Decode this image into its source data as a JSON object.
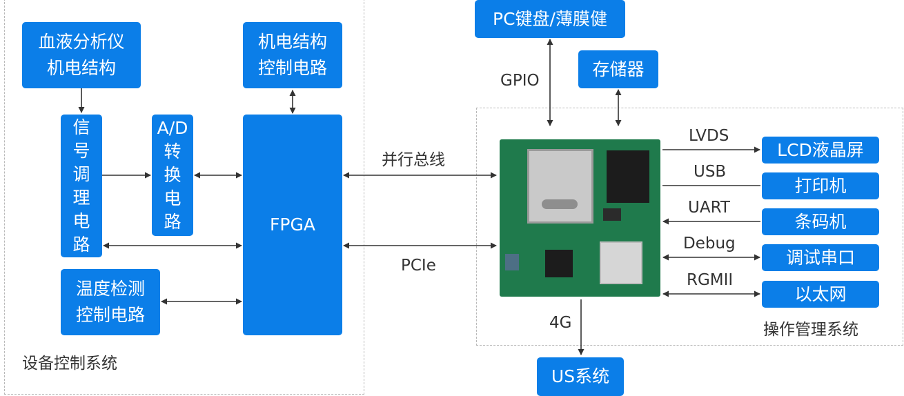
{
  "groups": {
    "device_control": "设备控制系统",
    "os_management": "操作管理系统"
  },
  "boxes": {
    "blood_analyzer": "血液分析仪\n机电结构",
    "mech_control": "机电结构\n控制电路",
    "signal_cond": "信\n号\n调\n理\n电\n路",
    "ad_conv": "A/D\n转\n换\n电\n路",
    "fpga": "FPGA",
    "temp_control": "温度检测\n控制电路",
    "pc_keyboard": "PC键盘/薄膜健",
    "storage": "存储器",
    "lcd": "LCD液晶屏",
    "printer": "打印机",
    "barcode": "条码机",
    "debug_port": "调试串口",
    "ethernet": "以太网",
    "us_system": "US系统"
  },
  "links": {
    "parallel_bus": "并行总线",
    "pcie": "PCIe",
    "gpio": "GPIO",
    "lvds": "LVDS",
    "usb": "USB",
    "uart": "UART",
    "debug": "Debug",
    "rgmii": "RGMII",
    "4g": "4G"
  },
  "colors": {
    "box": "#0b7ee8",
    "box_text": "#ffffff",
    "line": "#333333",
    "dashed_border": "#b8b8b8",
    "board": "#1f7a4c"
  }
}
